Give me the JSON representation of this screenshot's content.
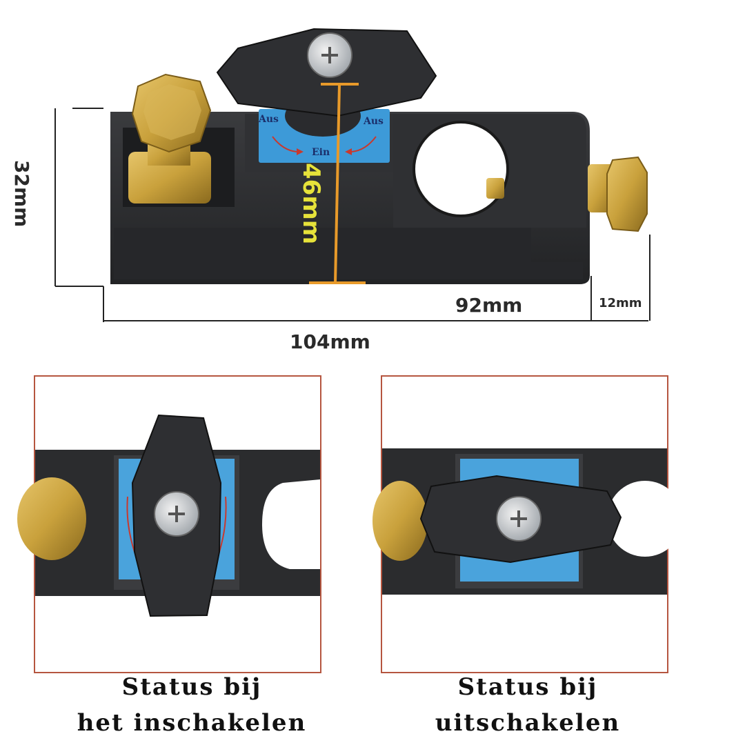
{
  "dimensions": {
    "height_left": "32mm",
    "height_knob": "46mm",
    "width_body": "92mm",
    "width_bolt": "12mm",
    "width_total": "104mm"
  },
  "dial_labels": {
    "off_left": "Aus",
    "off_right": "Aus",
    "on": "Ein"
  },
  "captions": {
    "on_status_line1": "Status bij",
    "on_status_line2": "het inschakelen",
    "off_status_line1": "Status bij",
    "off_status_line2": "uitschakelen"
  },
  "colors": {
    "body": "#2b2c2e",
    "dial_blue": "#3d9ad8",
    "brass": "#c9a13c",
    "dimension_orange": "#e89a2a",
    "frame": "#b5553f"
  }
}
